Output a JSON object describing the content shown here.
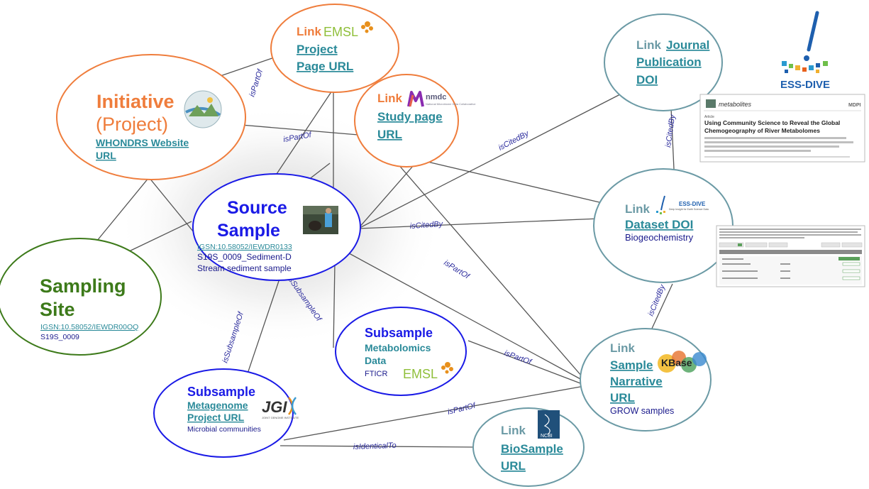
{
  "colors": {
    "orange": "#ef7d3c",
    "teal": "#2a8a99",
    "blue": "#1a1ae6",
    "green": "#3d7a1a",
    "navy": "#1a1a8c",
    "gray_teal": "#6b9aa5",
    "edge": "#555555",
    "label": "#2a2a9c"
  },
  "nodes": {
    "initiative": {
      "title": "Initiative",
      "subtitle": "(Project)",
      "link_line1": "WHONDRS Website",
      "link_line2": "URL",
      "icon": "whondrs-river-logo-icon"
    },
    "emsl_project": {
      "prefix": "Link",
      "brand": "EMSL",
      "line1": "Project",
      "line2": "Page URL"
    },
    "nmdc_study": {
      "prefix": "Link",
      "brand": "nmdc",
      "brand_sub": "National Microbiome Data Collaborative",
      "line1": "Study page",
      "line2": "URL"
    },
    "source_sample": {
      "title1": "Source",
      "title2": "Sample",
      "igsn": "IGSN:10.58052/IEWDR0133",
      "line1": "S19S_0009_Sediment-D",
      "line2": "Stream sediment sample",
      "icon": "field-sampling-photo-icon"
    },
    "sampling_site": {
      "title1": "Sampling",
      "title2": "Site",
      "igsn": "IGSN:10.58052/IEWDR00OQ",
      "line1": "S19S_0009"
    },
    "subsample_metab": {
      "title": "Subsample",
      "line1": "Metabolomics",
      "line2": "Data",
      "line3": "FTICR",
      "brand": "EMSL"
    },
    "subsample_metag": {
      "title": "Subsample",
      "line1": "Metagenome",
      "line2": "Project URL",
      "line3": "Microbial communities",
      "brand": "JGI",
      "brand_sub": "JOINT GENOME INSTITUTE"
    },
    "journal": {
      "prefix": "Link",
      "line1": "Journal",
      "line2": "Publication",
      "line3": "DOI"
    },
    "dataset": {
      "prefix": "Link",
      "brand": "ESS-DIVE",
      "brand_sub": "Deep Insight for Earth Science Data",
      "line1": "Dataset DOI",
      "line2": "Biogeochemistry"
    },
    "kbase": {
      "prefix": "Link",
      "brand": "KBase",
      "line1": "Sample",
      "line2": "Narrative",
      "line3": "URL",
      "line4": "GROW samples"
    },
    "biosample": {
      "prefix": "Link",
      "brand": "NCBI",
      "line1": "BioSample",
      "line2": "URL"
    }
  },
  "essdive_logo": {
    "text": "ESS-DIVE"
  },
  "paper_thumb": {
    "journal": "metabolites",
    "publisher": "MDPI",
    "kind": "Article",
    "title_line1": "Using Community Science to Reveal the Global",
    "title_line2": "Chemogeography of River Metabolomes"
  },
  "edge_labels": {
    "isPartOf_emsl": "isPartOf",
    "isPartOf_nmdc": "isPartOf",
    "isCitedBy_journal": "isCitedBy",
    "isCitedBy_paper": "isCitedBy",
    "isCitedBy_dataset": "isCitedBy",
    "isCitedBy_kbase": "isCitedBy",
    "isPartOf_kbase_src": "isPartOf",
    "isPartOf_kbase_metab": "isPartOf",
    "isPartOf_kbase_metag": "isPartOf",
    "isSubsampleOf_metab": "isSubsampleOf",
    "isSubsampleOf_metag": "isSubsampleOf",
    "isIdenticalTo": "isIdenticalTo"
  }
}
